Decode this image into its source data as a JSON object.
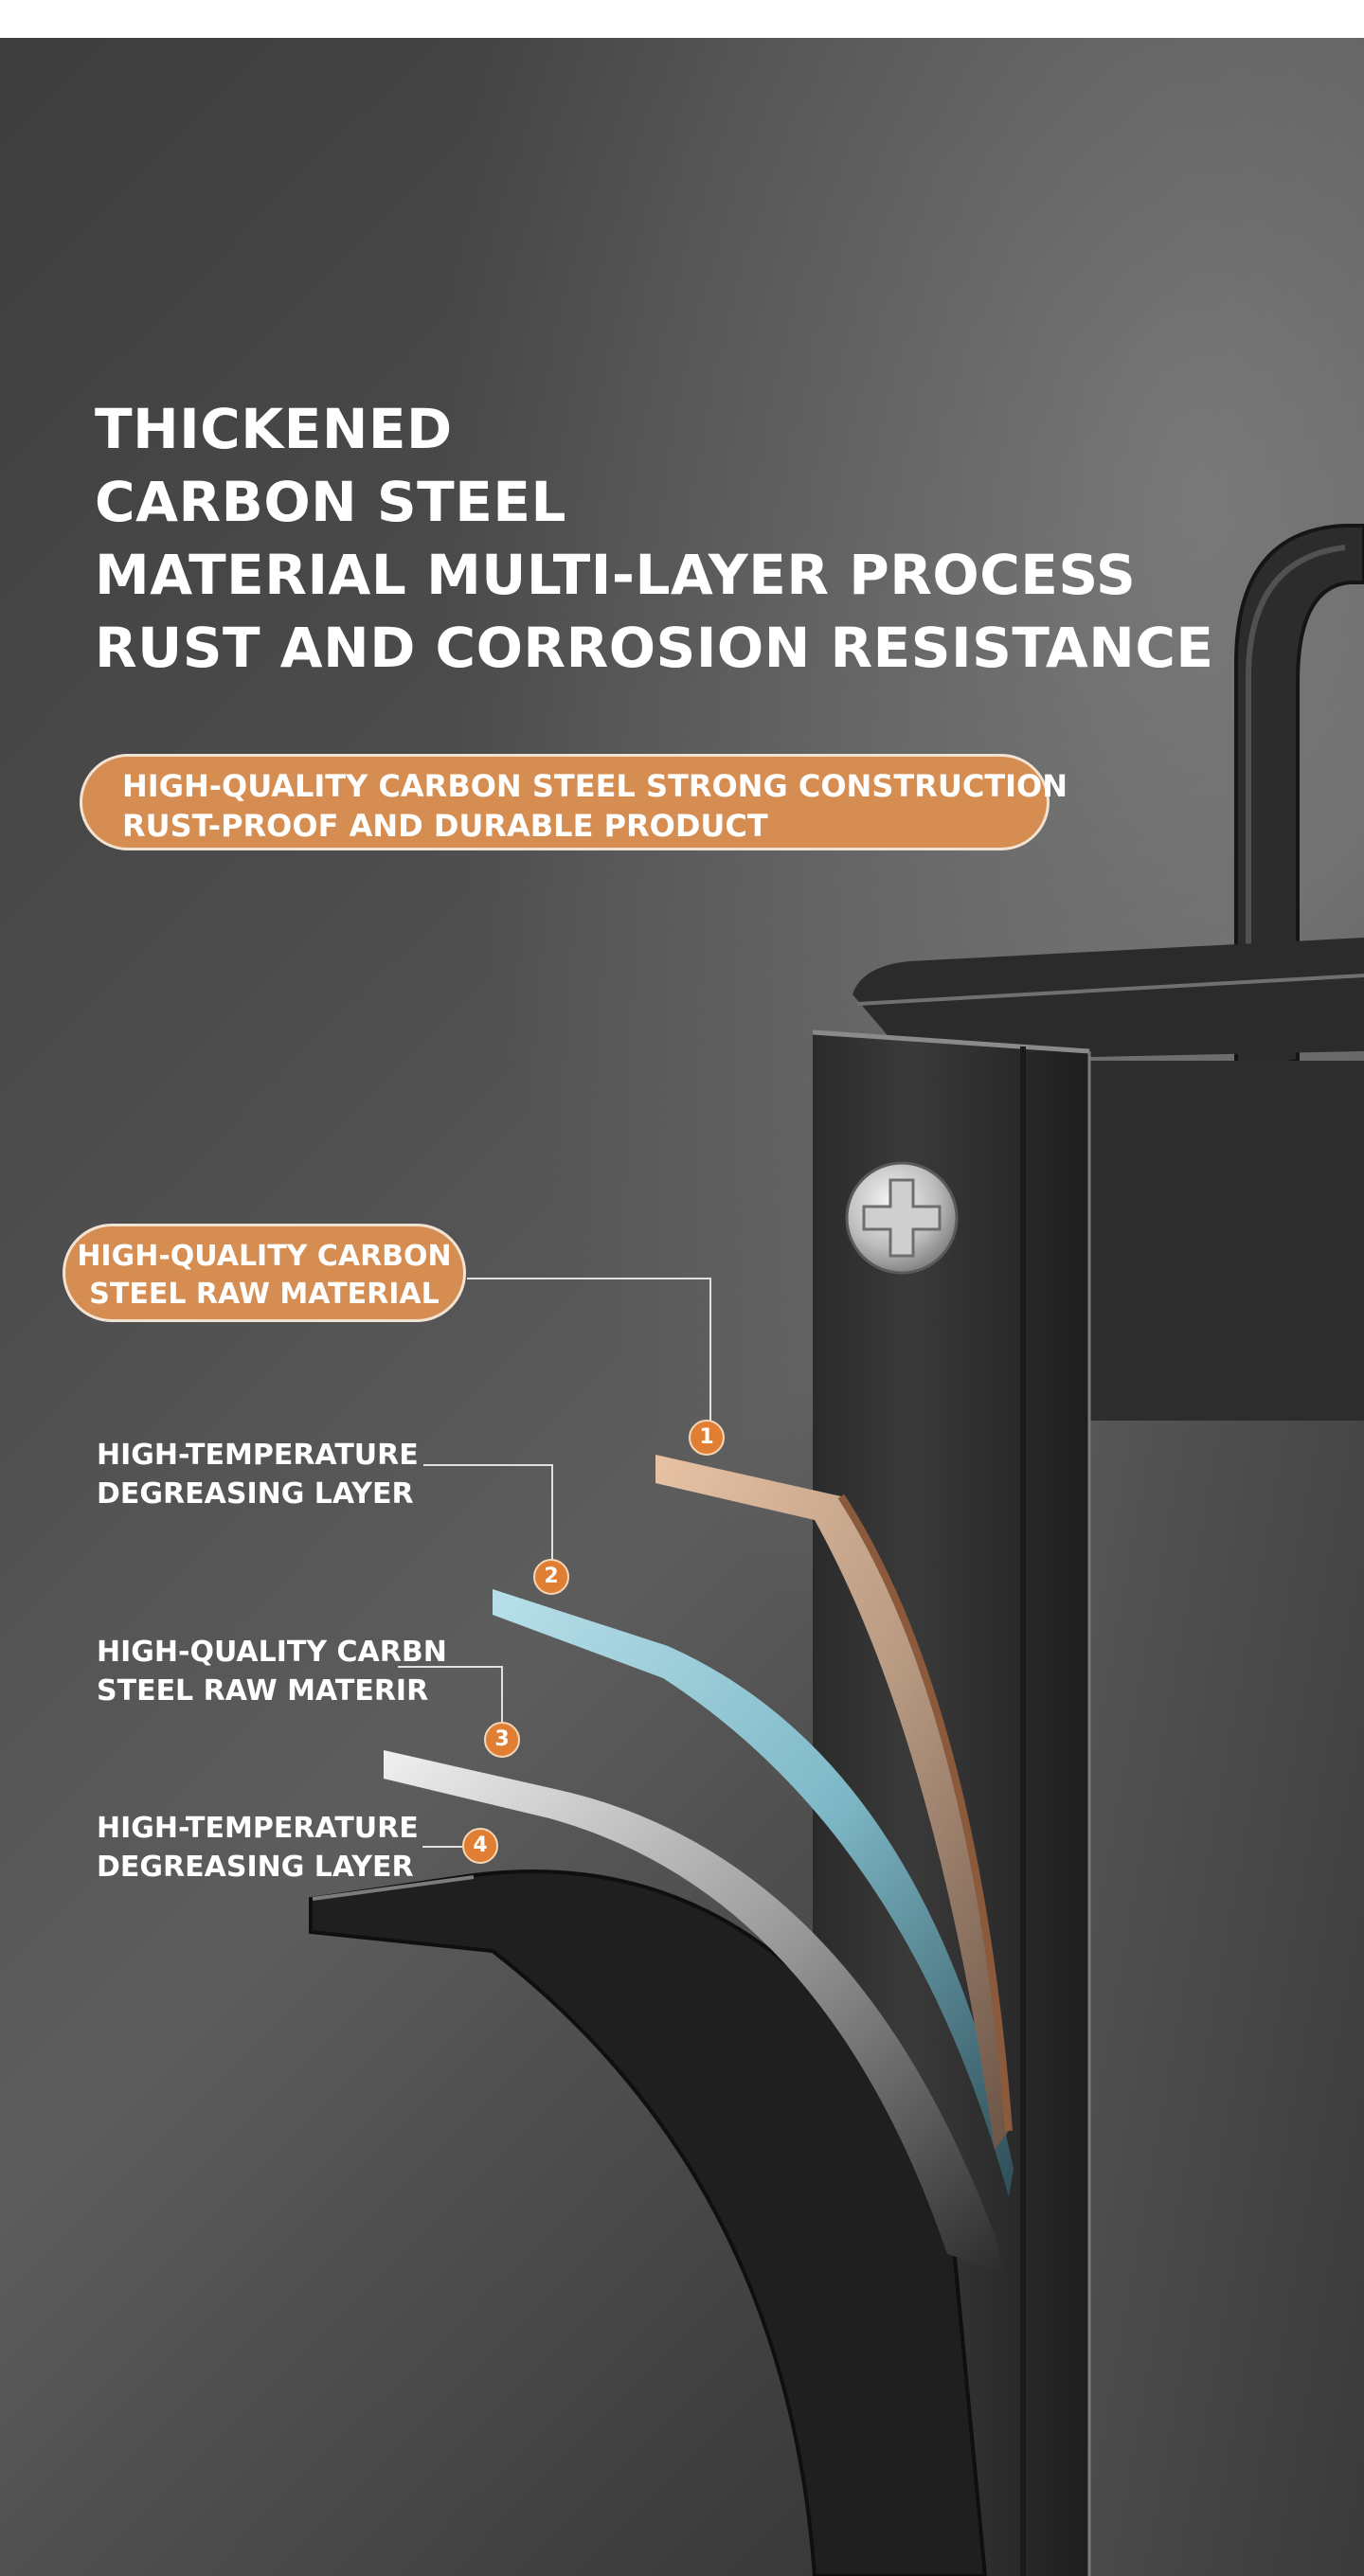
{
  "headline": {
    "lines": [
      "THICKENED",
      "CARBON STEEL",
      "MATERIAL MULTI-LAYER PROCESS",
      "RUST AND CORROSION RESISTANCE"
    ]
  },
  "highlight_pill": {
    "lines": [
      "HIGH-QUALITY CARBON STEEL STRONG CONSTRUCTION",
      "RUST-PROOF AND DURABLE PRODUCT"
    ]
  },
  "layers": [
    {
      "number": "1",
      "lines": [
        "HIGH-QUALITY CARBON",
        "STEEL RAW MATERIAL"
      ]
    },
    {
      "number": "2",
      "lines": [
        "HIGH-TEMPERATURE",
        "DEGREASING LAYER"
      ]
    },
    {
      "number": "3",
      "lines": [
        "HIGH-QUALITY CARBN",
        "STEEL RAW MATERIR"
      ]
    },
    {
      "number": "4",
      "lines": [
        "HIGH-TEMPERATURE",
        "DEGREASING LAYER"
      ]
    }
  ],
  "colors": {
    "accent": "#d58d52",
    "badge": "#e07f33",
    "background_dark": "#3e3e3e",
    "text": "#ffffff"
  },
  "icons": [
    "cross-screw-icon",
    "handle-icon"
  ]
}
